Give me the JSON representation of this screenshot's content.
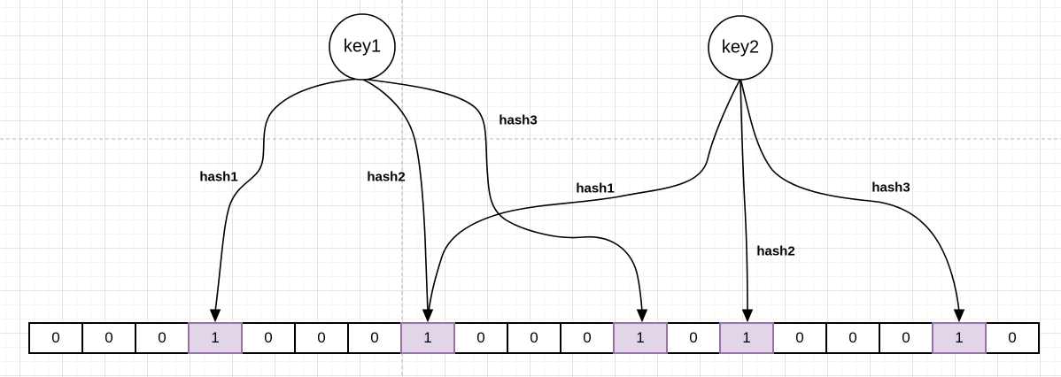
{
  "colors": {
    "edge": "#000000",
    "guide": "#b8b8b8",
    "cell_fill": "#ffffff",
    "cell_stroke": "#000000",
    "highlight_fill": "#e1d5e7",
    "highlight_stroke": "#9673a6"
  },
  "keys": {
    "key1": "key1",
    "key2": "key2"
  },
  "hash_labels": {
    "key1_hash1": "hash1",
    "key1_hash2": "hash2",
    "key1_hash3": "hash3",
    "key2_hash1": "hash1",
    "key2_hash2": "hash2",
    "key2_hash3": "hash3"
  },
  "bit_array": {
    "bits": [
      "0",
      "0",
      "0",
      "1",
      "0",
      "0",
      "0",
      "1",
      "0",
      "0",
      "0",
      "1",
      "0",
      "1",
      "0",
      "0",
      "0",
      "1",
      "0"
    ]
  },
  "mappings": [
    {
      "key": "key1",
      "hash": "hash1",
      "bit_index": 3
    },
    {
      "key": "key1",
      "hash": "hash2",
      "bit_index": 7
    },
    {
      "key": "key1",
      "hash": "hash3",
      "bit_index": 11
    },
    {
      "key": "key2",
      "hash": "hash1",
      "bit_index": 7
    },
    {
      "key": "key2",
      "hash": "hash2",
      "bit_index": 13
    },
    {
      "key": "key2",
      "hash": "hash3",
      "bit_index": 17
    }
  ]
}
